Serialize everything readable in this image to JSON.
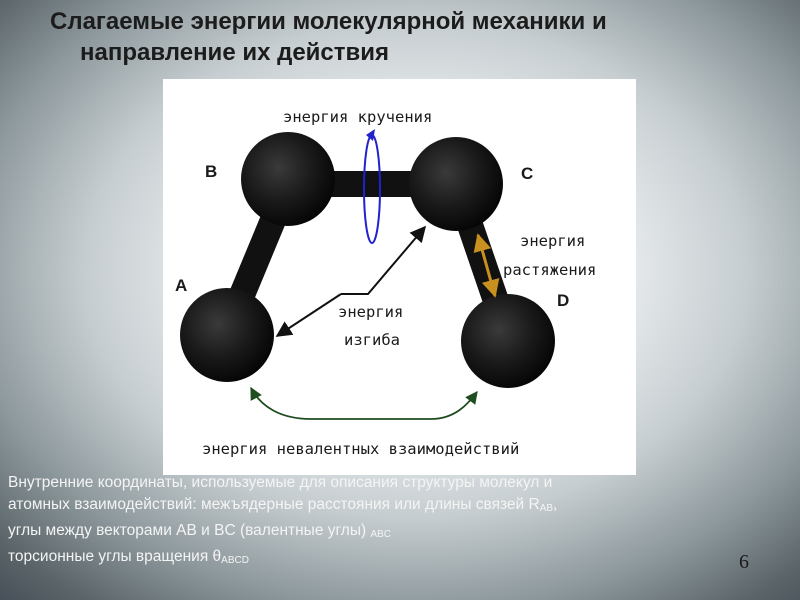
{
  "slide": {
    "title_line1": "Слагаемые энергии молекулярной механики и",
    "title_line2": "направление их действия",
    "page_number": "6"
  },
  "diagram": {
    "atoms": {
      "a": "A",
      "b": "B",
      "c": "C",
      "d": "D"
    },
    "labels": {
      "torsion": "энергия кручения",
      "stretch_line1": "энергия",
      "stretch_line2": "растяжения",
      "bend_line1": "энергия",
      "bend_line2": "изгиба",
      "nonbonded": "энергия невалентных взаимодействий"
    },
    "colors": {
      "atom": "#151515",
      "bond": "#111111",
      "torsion_arrow": "#2222cc",
      "stretch_arrow": "#c8901e",
      "nonbonded_arrow": "#1f4d1f"
    }
  },
  "description": {
    "line1": "Внутренние координаты, используемые для описания структуры молекул и",
    "line2_text": "атомных взаимодействий: межъядерные расстояния или длины связей R",
    "line2_sub": "AB",
    "line2_end": ",",
    "line3_text": "углы между векторами AB и BC (валентные углы) ",
    "line3_glyph": "",
    "line3_sub": "ABC",
    "line4_text": "торсионные углы вращения θ",
    "line4_sub": "ABCD"
  }
}
